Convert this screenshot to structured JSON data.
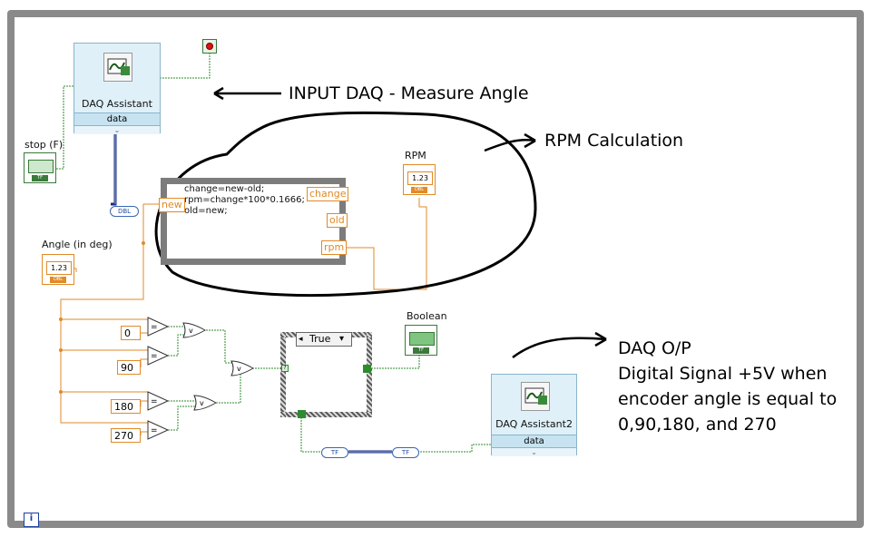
{
  "daq_input": {
    "title": "DAQ Assistant",
    "data_label": "data"
  },
  "daq_output": {
    "title": "DAQ Assistant2",
    "data_label": "data"
  },
  "stop_control": {
    "label": "stop (F)",
    "tag": "TF"
  },
  "angle_indicator": {
    "label": "Angle (in deg)",
    "display": "1.23",
    "tag": "DBL"
  },
  "rpm_indicator": {
    "label": "RPM",
    "display": "1.23",
    "tag": "DBL"
  },
  "boolean_indicator": {
    "label": "Boolean",
    "tag": "TF"
  },
  "formula_node": {
    "code_lines": [
      "change=new-old;",
      "rpm=change*100*0.1666;",
      "old=new;"
    ],
    "terminals": {
      "input": "new",
      "change": "change",
      "old": "old",
      "rpm": "rpm"
    }
  },
  "constants": [
    "0",
    "90",
    "180",
    "270"
  ],
  "case_structure": {
    "selector": "True",
    "selector_arrow": "▾"
  },
  "converters": {
    "dbl": "DBL",
    "tf1": "TF",
    "tf2": "TF"
  },
  "annotations": {
    "input_daq": "INPUT DAQ - Measure Angle",
    "rpm_calc": "RPM Calculation",
    "daq_op_lines": [
      "DAQ O/P",
      "Digital Signal +5V when",
      "encoder angle is equal to",
      "0,90,180, and 270"
    ]
  },
  "info_icon": "i",
  "colors": {
    "numeric_wire": "#e08a28",
    "boolean_wire": "#2e8b2e",
    "dynamic_wire": "#1a2f80",
    "frame": "#8a8a8a"
  }
}
